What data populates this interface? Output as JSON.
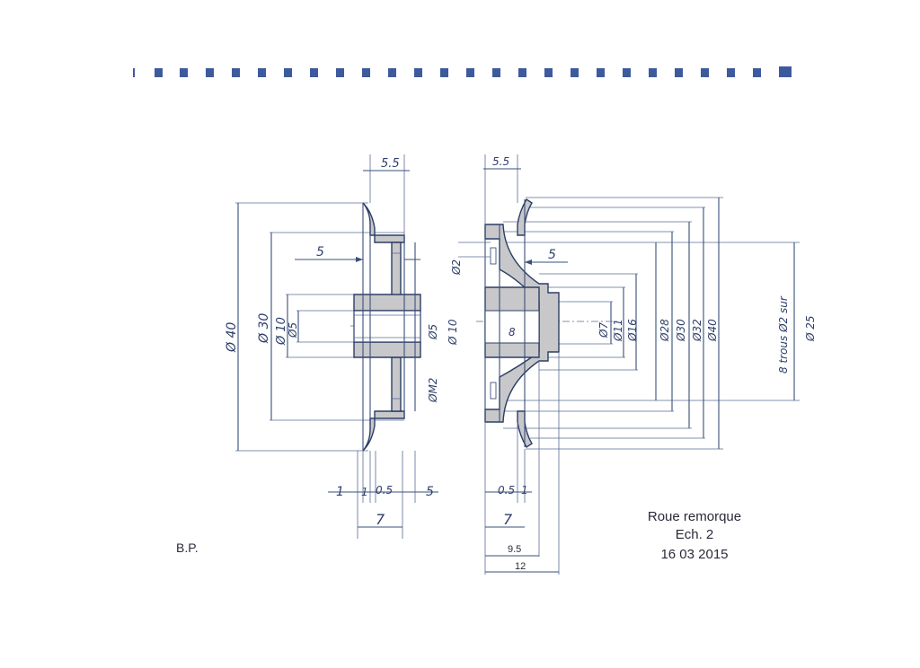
{
  "title_block": {
    "title": "Roue remorque",
    "scale": "Ech. 2",
    "date": "16 03 2015",
    "author": "B.P."
  },
  "left_view": {
    "top_dim": "5.5",
    "side_dim": "5",
    "diameters": [
      "Ø 40",
      "Ø 30",
      "Ø 10",
      "Ø5"
    ],
    "inner_diameters": [
      "Ø5",
      "Ø 10",
      "ØM2"
    ],
    "bottom_dims": [
      "1",
      "1",
      "0.5",
      "5"
    ],
    "width": "7"
  },
  "right_view": {
    "top_dim": "5.5",
    "side_dim": "5",
    "hole_dim": "Ø2",
    "center_dim": "8",
    "diameters": [
      "Ø7",
      "Ø11",
      "Ø16",
      "Ø28",
      "Ø30",
      "Ø32",
      "Ø40"
    ],
    "bolt_circle": "8 trous Ø2 sur",
    "bolt_circle_dia": "Ø 25",
    "bottom_dims": [
      "0.5",
      "1"
    ],
    "width": "7",
    "dim_9_5": "9.5",
    "dim_12": "12"
  },
  "colors": {
    "ink": "#3a4f7a",
    "section_fill": "#c8c8ca",
    "binding": "#3d5a9c"
  }
}
